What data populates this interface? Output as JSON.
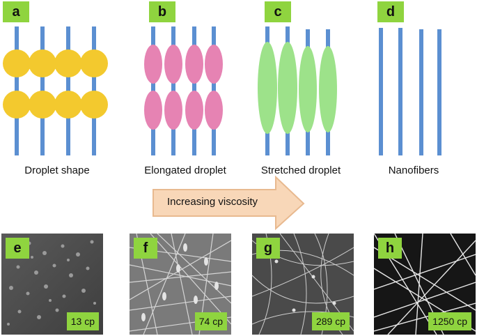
{
  "panels": [
    {
      "letter": "a",
      "caption": "Droplet shape"
    },
    {
      "letter": "b",
      "caption": "Elongated droplet"
    },
    {
      "letter": "c",
      "caption": "Stretched droplet"
    },
    {
      "letter": "d",
      "caption": "Nanofibers"
    }
  ],
  "arrow_label": "Increasing viscosity",
  "sem": [
    {
      "letter": "e",
      "viscosity": "13 cp"
    },
    {
      "letter": "f",
      "viscosity": "74 cp"
    },
    {
      "letter": "g",
      "viscosity": "289 cp"
    },
    {
      "letter": "h",
      "viscosity": "1250 cp"
    }
  ],
  "colors": {
    "tag_green": "#8fd43f",
    "fiber_blue": "#5b8fd1",
    "droplet_yellow": "#f3c92e",
    "droplet_pink": "#e683b3",
    "droplet_green": "#9de28a",
    "arrow_fill": "#f8d7b8",
    "arrow_stroke": "#e8b98f"
  }
}
